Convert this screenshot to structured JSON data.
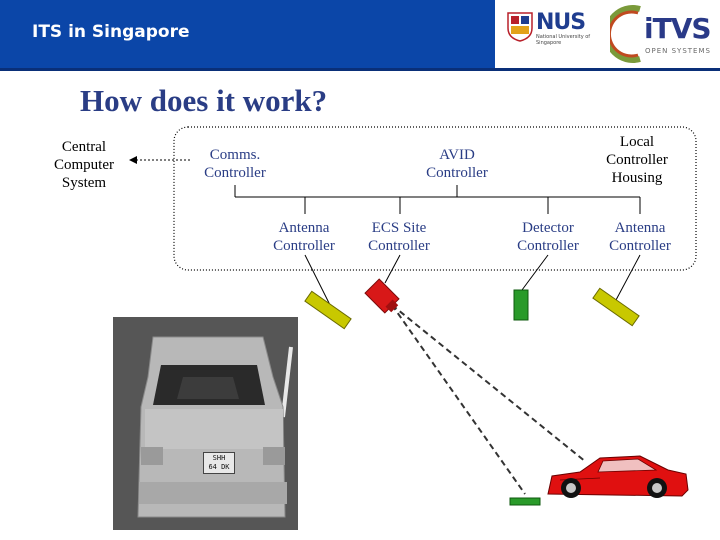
{
  "header": {
    "title": "ITS in Singapore",
    "bar_color": "#0b46a8"
  },
  "logos": {
    "nus": {
      "name": "NUS",
      "subtitle": "National University of Singapore"
    },
    "itvs": {
      "name": "iTVS",
      "subtitle": "OPEN SYSTEMS"
    }
  },
  "slide": {
    "title": "How does it work?",
    "title_color": "#2a3d85"
  },
  "nodes": {
    "central": "Central Computer System",
    "comms": "Comms. Controller",
    "avid": "AVID Controller",
    "housing": "Local Controller Housing",
    "antenna_left": "Antenna Controller",
    "ecs": "ECS Site Controller",
    "detector": "Detector Controller",
    "antenna_right": "Antenna Controller"
  },
  "photo": {
    "plate_line1": "SHH",
    "plate_line2": "64 DK"
  },
  "colors": {
    "antenna": "#c8c800",
    "ecs_camera": "#d81818",
    "detector": "#2a9a2a",
    "sports_car": "#e01010"
  }
}
